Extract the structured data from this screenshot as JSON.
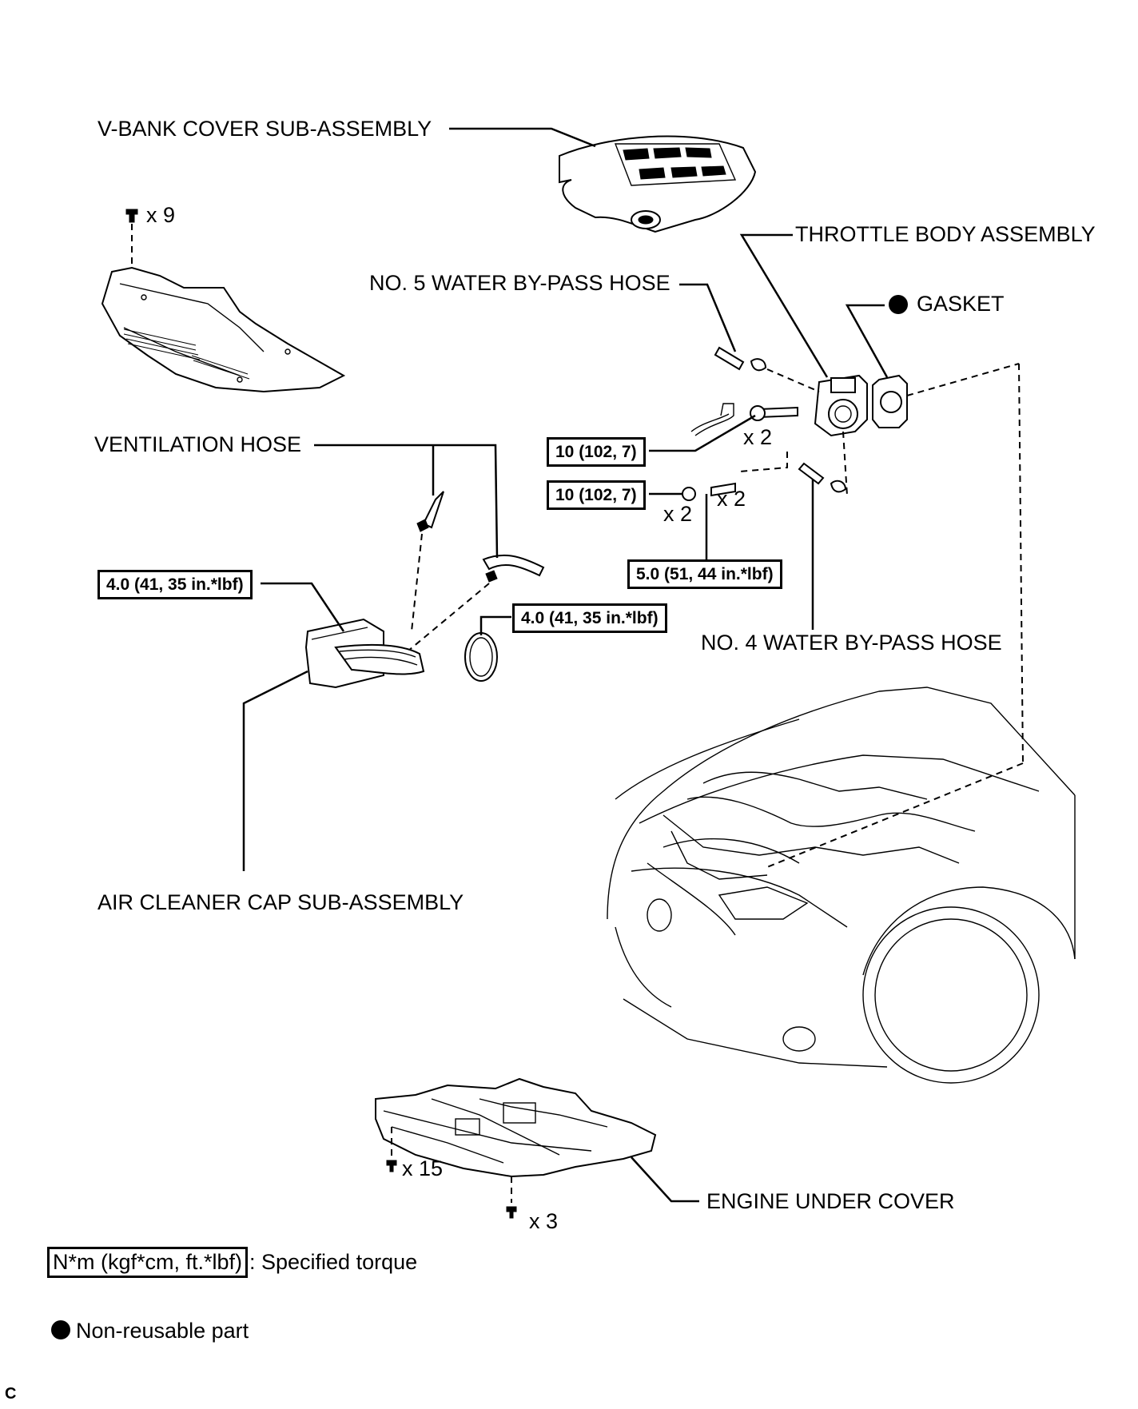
{
  "labels": {
    "v_bank_cover": "V-BANK COVER SUB-ASSEMBLY",
    "throttle_body": "THROTTLE BODY ASSEMBLY",
    "no5_hose": "NO. 5 WATER BY-PASS HOSE",
    "gasket": "GASKET",
    "ventilation_hose": "VENTILATION HOSE",
    "no4_hose": "NO. 4 WATER BY-PASS HOSE",
    "air_cleaner": "AIR CLEANER CAP SUB-ASSEMBLY",
    "engine_under_cover": "ENGINE UNDER COVER"
  },
  "torques": {
    "t1": "10 (102, 7)",
    "t2": "10 (102, 7)",
    "t3": "5.0 (51, 44 in.*lbf)",
    "t4": "4.0 (41, 35 in.*lbf)",
    "t5": "4.0 (41, 35 in.*lbf)"
  },
  "quantities": {
    "clips_top": "x 9",
    "bolts_tb": "x 2",
    "nuts_tb": "x 2",
    "studs_tb": "x 2",
    "under_cover_15": "x 15",
    "under_cover_3": "x 3"
  },
  "legend": {
    "torque_unit": "N*m (kgf*cm, ft.*lbf)",
    "torque_desc": ": Specified torque",
    "nonreusable": "Non-reusable part"
  },
  "corner_code": "C"
}
